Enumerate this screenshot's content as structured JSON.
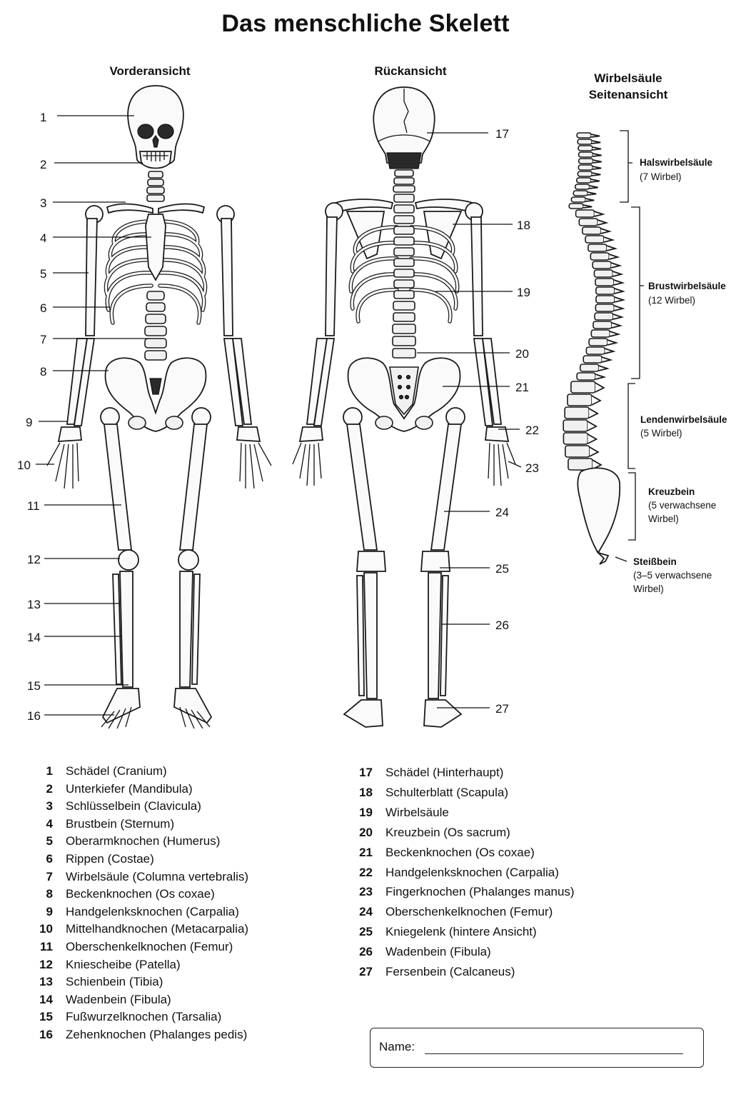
{
  "title": "Das menschliche Skelett",
  "views": {
    "front": "Vorderansicht",
    "back": "Rückansicht",
    "spine_line1": "Wirbelsäule",
    "spine_line2": "Seitenansicht"
  },
  "callouts": [
    "1",
    "2",
    "3",
    "4",
    "5",
    "6",
    "7",
    "8",
    "9",
    "10",
    "11",
    "12",
    "13",
    "14",
    "15",
    "16",
    "17",
    "18",
    "19",
    "20",
    "21",
    "22",
    "23",
    "24",
    "25",
    "26",
    "27"
  ],
  "spine_segments": {
    "cervical": [
      "Halswirbelsäule",
      "(7 Wirbel)"
    ],
    "thoracic": [
      "Brustwirbelsäule",
      "(12 Wirbel)"
    ],
    "lumbar": [
      "Lendenwirbelsäule",
      "(5 Wirbel)"
    ],
    "sacrum": [
      "Kreuzbein",
      "(5 verwachsene",
      "Wirbel)"
    ],
    "coccyx": [
      "Steißbein",
      "(3–5 verwachsene",
      "Wirbel)"
    ]
  },
  "legend_left": [
    {
      "n": "1",
      "text": "Schädel (Cranium)"
    },
    {
      "n": "2",
      "text": "Unterkiefer (Mandibula)"
    },
    {
      "n": "3",
      "text": "Schlüsselbein (Clavicula)"
    },
    {
      "n": "4",
      "text": "Brustbein (Sternum)"
    },
    {
      "n": "5",
      "text": "Oberarmknochen (Humerus)"
    },
    {
      "n": "6",
      "text": "Rippen (Costae)"
    },
    {
      "n": "7",
      "text": "Wirbelsäule (Columna vertebralis)"
    },
    {
      "n": "8",
      "text": "Beckenknochen (Os coxae)"
    },
    {
      "n": "9",
      "text": "Handgelenksknochen (Carpalia)"
    },
    {
      "n": "10",
      "text": "Mittelhandknochen (Metacarpalia)"
    },
    {
      "n": "11",
      "text": "Oberschenkelknochen (Femur)"
    },
    {
      "n": "12",
      "text": "Kniescheibe (Patella)"
    },
    {
      "n": "13",
      "text": "Schienbein (Tibia)"
    },
    {
      "n": "14",
      "text": "Wadenbein (Fibula)"
    },
    {
      "n": "15",
      "text": "Fußwurzelknochen (Tarsalia)"
    },
    {
      "n": "16",
      "text": "Zehenknochen (Phalanges pedis)"
    }
  ],
  "legend_right": [
    {
      "n": "17",
      "text": "Schädel (Hinterhaupt)"
    },
    {
      "n": "18",
      "text": "Schulterblatt (Scapula)"
    },
    {
      "n": "19",
      "text": "Wirbelsäule"
    },
    {
      "n": "20",
      "text": "Kreuzbein (Os sacrum)"
    },
    {
      "n": "21",
      "text": "Beckenknochen (Os coxae)"
    },
    {
      "n": "22",
      "text": "Handgelenksknochen (Carpalia)"
    },
    {
      "n": "23",
      "text": "Fingerknochen (Phalanges manus)"
    },
    {
      "n": "24",
      "text": "Oberschenkelknochen (Femur)"
    },
    {
      "n": "25",
      "text": "Kniegelenk (hintere Ansicht)"
    },
    {
      "n": "26",
      "text": "Wadenbein (Fibula)"
    },
    {
      "n": "27",
      "text": "Fersenbein (Calcaneus)"
    }
  ],
  "name_field": {
    "label": "Name:",
    "value": ""
  }
}
